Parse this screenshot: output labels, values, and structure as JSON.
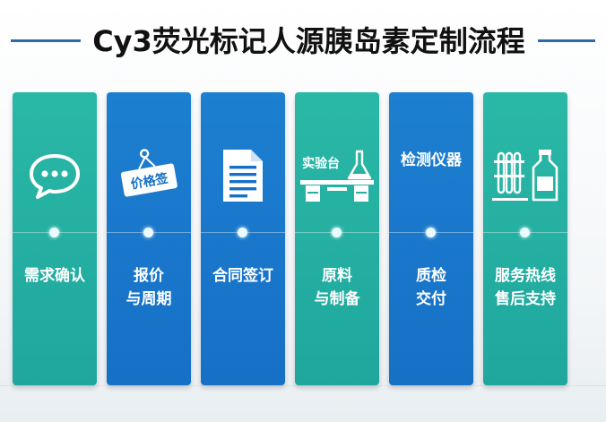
{
  "title": "Cy3荧光标记人源胰岛素定制流程",
  "colors": {
    "teal": "#22b0a2",
    "blue": "#1976cc",
    "title_rule": "#2b6cb0"
  },
  "steps": [
    {
      "icon": "chat-bubble-icon",
      "color": "teal",
      "icon_text": "",
      "lines": [
        "需求确认"
      ]
    },
    {
      "icon": "price-tag-icon",
      "color": "blue",
      "icon_text": "价格签",
      "lines": [
        "报价",
        "与周期"
      ]
    },
    {
      "icon": "document-icon",
      "color": "blue",
      "icon_text": "",
      "lines": [
        "合同签订"
      ]
    },
    {
      "icon": "lab-bench-icon",
      "color": "teal",
      "icon_text": "实验台",
      "lines": [
        "原料",
        "与制备"
      ]
    },
    {
      "icon": "instrument-icon",
      "color": "blue",
      "icon_text": "检测仪器",
      "lines": [
        "质检",
        "交付"
      ]
    },
    {
      "icon": "test-tubes-bottle-icon",
      "color": "teal",
      "icon_text": "",
      "lines": [
        "服务热线",
        "售后支持"
      ]
    }
  ]
}
